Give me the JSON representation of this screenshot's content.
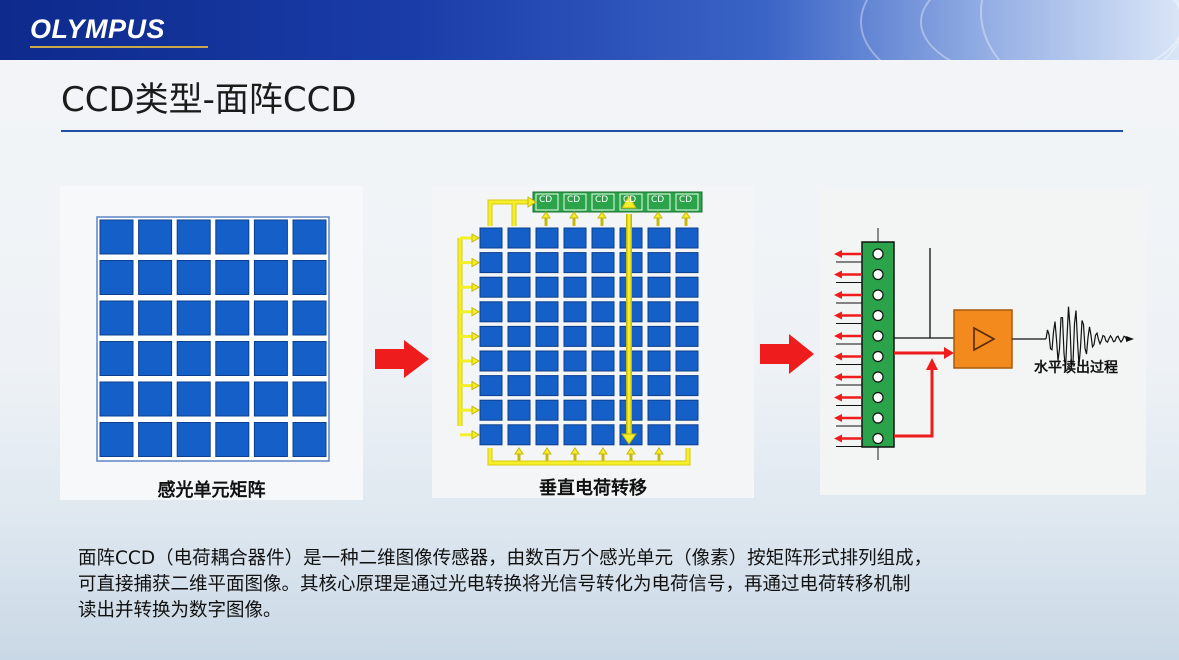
{
  "header": {
    "logo": "OLYMPUS"
  },
  "slide": {
    "title": "CCD类型-面阵CCD"
  },
  "panels": {
    "matrix_caption": "感光单元矩阵",
    "vertical_caption": "垂直电荷转移",
    "horizontal_label": "水平读出过程",
    "cd_labels": [
      "CD",
      "CD",
      "CD",
      "CD",
      "CD",
      "CD"
    ]
  },
  "paragraph": {
    "line1": "面阵CCD（电荷耦合器件）是一种二维图像传感器，由数百万个感光单元（像素）按矩阵形式排列组成，",
    "line2": "可直接捕获二维平面图像。其核心原理是通过光电转换将光信号转化为电荷信号，再通过电荷转移机制",
    "line3": "读出并转换为数字图像。"
  },
  "colors": {
    "pixel_blue": "#1560c8",
    "arrow_red": "#ee1c1c",
    "yellow_arrow": "#f5ef2a",
    "amp_orange": "#f28a1d",
    "register_green": "#2aa34a",
    "accent_rule": "#1f4fa6"
  },
  "icons": [
    "right-arrow-icon",
    "amplifier-triangle-icon"
  ]
}
